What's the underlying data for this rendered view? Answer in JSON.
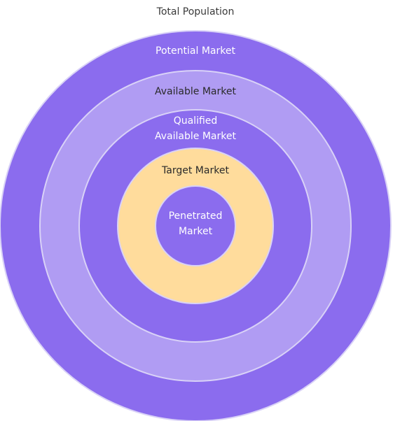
{
  "diagram": {
    "title": "Total Population",
    "rings": [
      {
        "label_lines": [
          "Potential Market"
        ],
        "fill": "#8B6CEE",
        "text_color": "#FFFFFF"
      },
      {
        "label_lines": [
          "Available Market"
        ],
        "fill": "#B09CF3",
        "text_color": "#2A2A2A"
      },
      {
        "label_lines": [
          "Qualified",
          "Available Market"
        ],
        "fill": "#8B6CEE",
        "text_color": "#FFFFFF"
      },
      {
        "label_lines": [
          "Target Market"
        ],
        "fill": "#FFDC9C",
        "text_color": "#2A2A2A"
      },
      {
        "label_lines": [
          "Penetrated",
          "Market"
        ],
        "fill": "#8B6CEE",
        "text_color": "#FFFFFF"
      }
    ],
    "stroke_color": "#D9D2F7"
  }
}
